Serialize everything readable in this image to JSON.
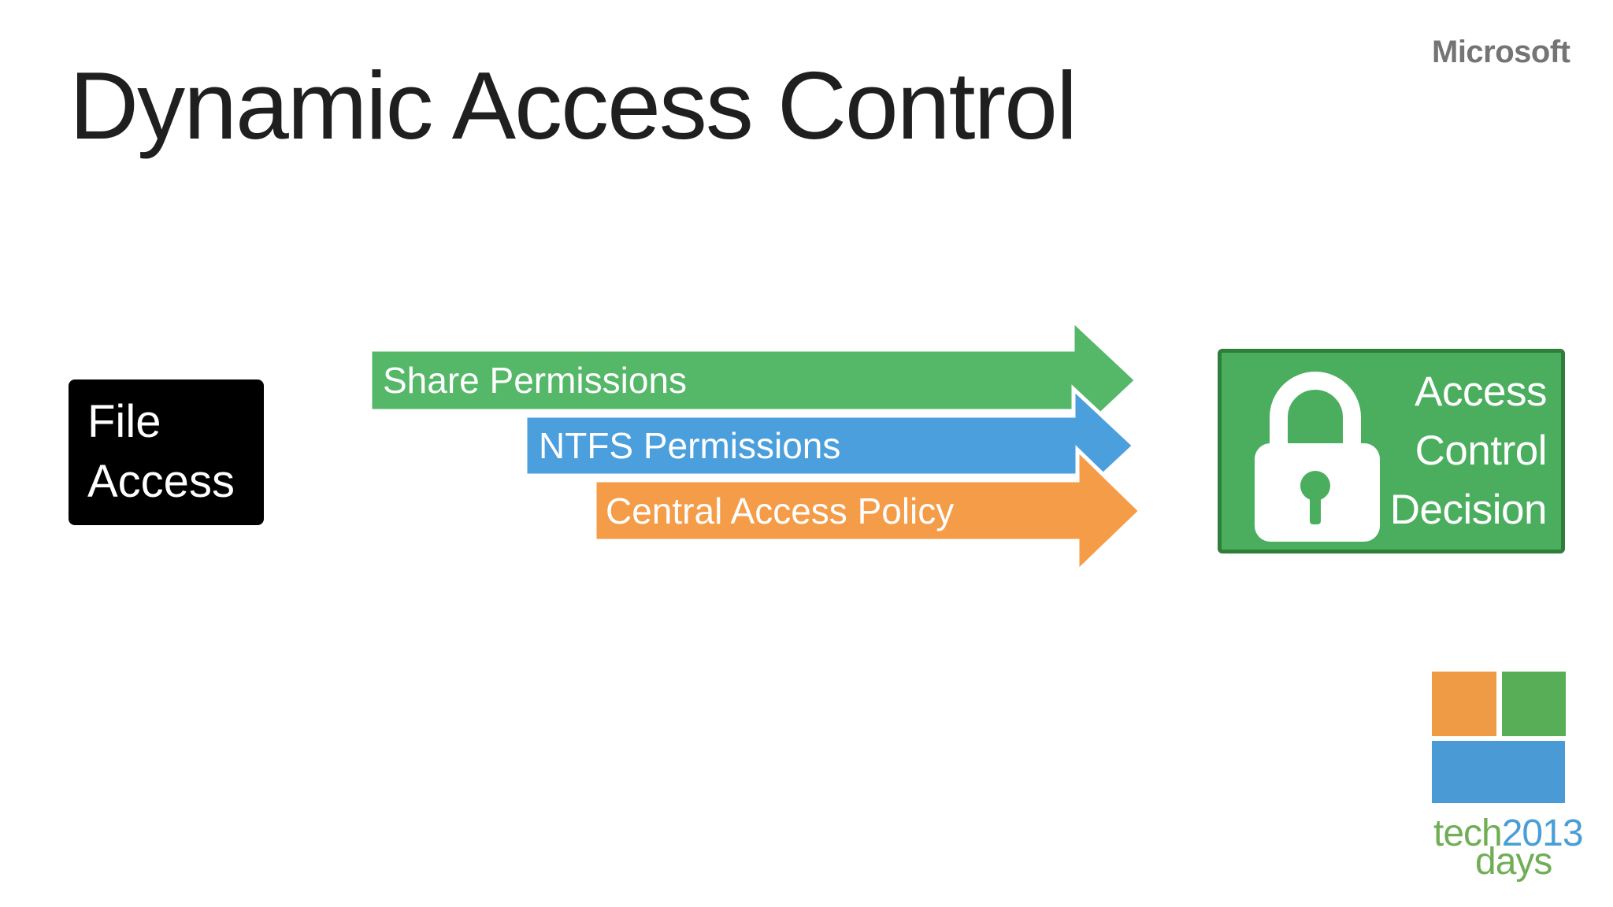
{
  "title": "Dynamic Access Control",
  "brand": "Microsoft",
  "file_access": {
    "line1": "File",
    "line2": "Access"
  },
  "arrows": [
    {
      "label": "Share Permissions",
      "color": "#55b768"
    },
    {
      "label": "NTFS Permissions",
      "color": "#4a9fdc"
    },
    {
      "label": "Central Access Policy",
      "color": "#f49c48"
    }
  ],
  "decision": {
    "line1": "Access",
    "line2": "Control",
    "line3": "Decision",
    "fill": "#4bae5e",
    "border": "#2f7d3a",
    "icon": "lock-icon"
  },
  "techdays": {
    "tech": "tech",
    "year": "2013",
    "days": "days",
    "square_orange": "#ef9a44",
    "square_green": "#57ae57",
    "rect_blue": "#4a9bd5",
    "text_green": "#6fae55",
    "text_blue": "#4a9ed6"
  }
}
